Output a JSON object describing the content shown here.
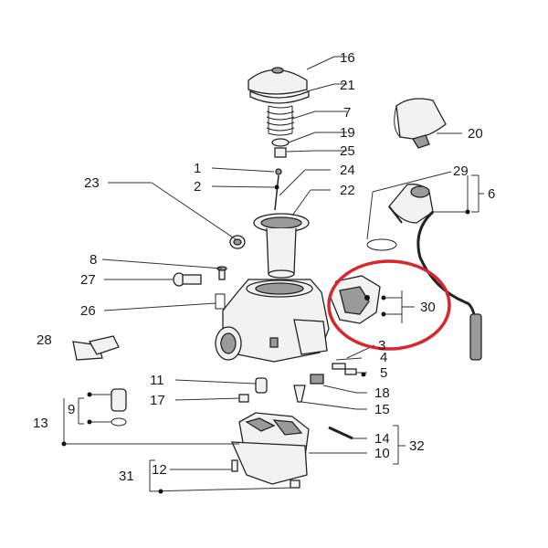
{
  "diagram": {
    "callouts": {
      "c16": "16",
      "c21": "21",
      "c7": "7",
      "c19": "19",
      "c25": "25",
      "c1": "1",
      "c2": "2",
      "c24": "24",
      "c22": "22",
      "c23": "23",
      "c20": "20",
      "c29": "29",
      "c6": "6",
      "c8": "8",
      "c27": "27",
      "c26": "26",
      "c30": "30",
      "c3": "3",
      "c28": "28",
      "c4": "4",
      "c5": "5",
      "c11": "11",
      "c18": "18",
      "c17": "17",
      "c15": "15",
      "c9": "9",
      "c13": "13",
      "c14": "14",
      "c32": "32",
      "c10": "10",
      "c31": "31",
      "c12": "12"
    },
    "highlight_color": "#d9262c"
  }
}
